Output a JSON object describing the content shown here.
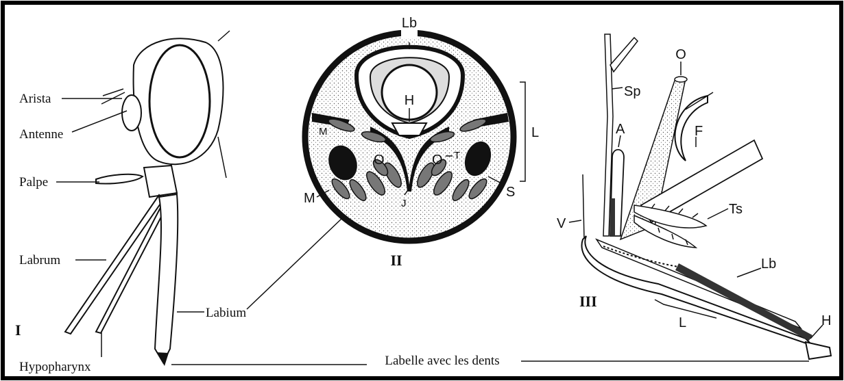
{
  "figure": {
    "panel_labels": {
      "p1": "I",
      "p2": "II",
      "p3": "III"
    },
    "panel1": {
      "arista": "Arista",
      "antenne": "Antenne",
      "palpe": "Palpe",
      "labrum": "Labrum",
      "hypopharynx": "Hypopharynx",
      "labium": "Labium"
    },
    "panel2": {
      "lb": "Lb",
      "h": "H",
      "m_upper": "M",
      "m_lower": "M",
      "l": "L",
      "o_left": "O",
      "o_right": "O",
      "t": "T",
      "j": "J",
      "s": "S"
    },
    "panel3": {
      "o": "O",
      "sp": "Sp",
      "a": "A",
      "f": "F",
      "ts": "Ts",
      "v": "V",
      "lb": "Lb",
      "l": "L",
      "h": "H"
    },
    "shared_label": "Labelle avec les dents"
  }
}
